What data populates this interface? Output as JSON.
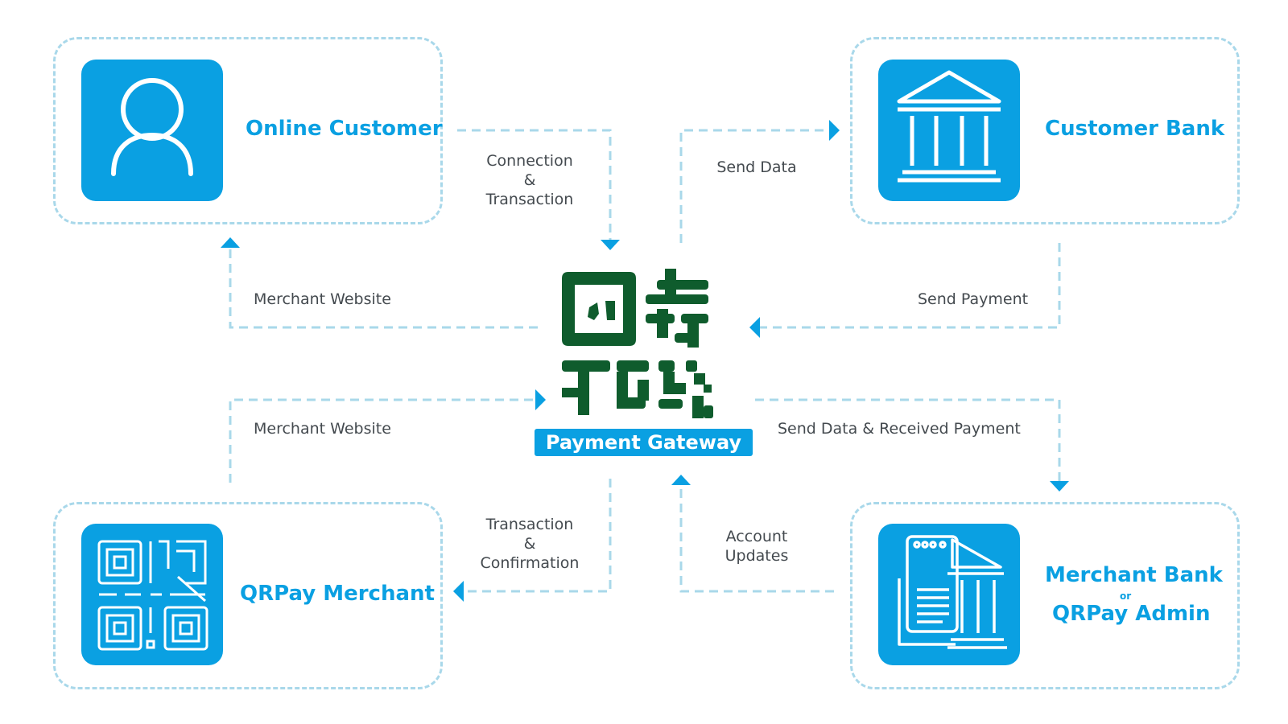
{
  "nodes": {
    "online_customer": {
      "title": "Online Customer",
      "icon": "user-icon"
    },
    "customer_bank": {
      "title": "Customer Bank",
      "icon": "bank-icon"
    },
    "qrpay_merchant": {
      "title": "QRPay Merchant",
      "icon": "qr-code-icon"
    },
    "merchant_bank": {
      "title_line1": "Merchant Bank",
      "title_or": "or",
      "title_line2": "QRPay Admin",
      "icon": "bank-document-icon"
    }
  },
  "gateway": {
    "label": "Payment Gateway",
    "icon": "qr-logo-icon"
  },
  "flows": {
    "connection": [
      "Connection",
      "&",
      "Transaction"
    ],
    "send_data": "Send Data",
    "merchant_website_top": "Merchant Website",
    "send_payment": "Send Payment",
    "merchant_website_bottom": "Merchant Website",
    "send_data_received": "Send Data & Received Payment",
    "transaction_confirmation": [
      "Transaction",
      "&",
      "Confirmation"
    ],
    "account_updates": [
      "Account",
      "Updates"
    ]
  },
  "colors": {
    "primary_blue": "#0aa0e2",
    "dashed_line": "#a9d8ea",
    "logo_green": "#0f5c2d",
    "label_gray": "#444a4f"
  }
}
